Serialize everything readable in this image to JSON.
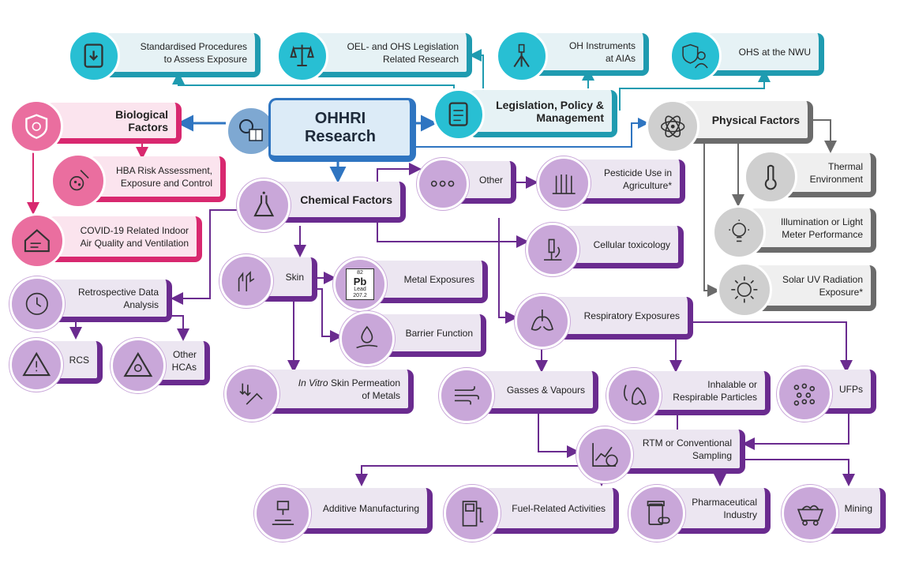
{
  "center": {
    "line1": "OHHRI",
    "line2": "Research"
  },
  "nodes": {
    "std_procedures": "Standardised Procedures\nto Assess Exposure",
    "oel_legislation": "OEL- and OHS Legislation\nRelated Research",
    "oh_instruments": "OH Instruments\nat AIAs",
    "ohs_nwu": "OHS at the NWU",
    "legislation": "Legislation, Policy &\nManagement",
    "biological": "Biological Factors",
    "physical": "Physical Factors",
    "hba": "HBA Risk Assessment,\nExposure and Control",
    "covid": "COVID-19 Related Indoor\nAir Quality and Ventilation",
    "chemical": "Chemical Factors",
    "other": "Other",
    "pesticide": "Pesticide Use in\nAgriculture*",
    "thermal": "Thermal\nEnvironment",
    "illumination": "Illumination or Light\nMeter Performance",
    "cellular": "Cellular  toxicology",
    "solar": "Solar UV Radiation\nExposure*",
    "retrospective": "Retrospective Data\nAnalysis",
    "skin": "Skin",
    "metal": "Metal Exposures",
    "barrier": "Barrier Function",
    "respiratory": "Respiratory  Exposures",
    "rcs": "RCS",
    "other_hcas": "Other\nHCAs",
    "invitro_italic": "In Vitro",
    "invitro_rest": " Skin Permeation\nof Metals",
    "gasses": "Gasses  &  Vapours",
    "inhalable": "Inhalable  or\nRespirable Particles",
    "ufps": "UFPs",
    "rtm": "RTM  or  Conventional\nSampling",
    "additive": "Additive  Manufacturing",
    "fuel": "Fuel-Related  Activities",
    "pharma": "Pharmaceutical\nIndustry",
    "mining": "Mining"
  },
  "pb_tile": {
    "number": "82",
    "symbol": "Pb",
    "name": "Lead",
    "mass": "207.2"
  },
  "colors": {
    "purple": "#6a2b8f",
    "purple_light": "#c9a7d9",
    "pink": "#d8286f",
    "teal": "#1f9bb0",
    "grey": "#6b6b6b",
    "blue": "#2f75c1"
  },
  "icons": {
    "std_procedures": "clipboard-download-icon",
    "oel_legislation": "scales-icon",
    "oh_instruments": "tripod-instrument-icon",
    "ohs_nwu": "shield-worker-icon",
    "legislation": "checklist-icon",
    "biological": "virus-shield-icon",
    "physical": "atom-icon",
    "hba": "hands-petri-icon",
    "covid": "house-air-icon",
    "chemical": "flask-icon",
    "other": "ellipsis-icon",
    "pesticide": "wheat-icon",
    "thermal": "thermometer-icon",
    "illumination": "lightbulb-icon",
    "cellular": "microscope-icon",
    "solar": "sun-icon",
    "retrospective": "clock-history-icon",
    "skin": "hands-icon",
    "metal": "lead-element-icon",
    "barrier": "hand-drop-icon",
    "respiratory": "lungs-icon",
    "rcs": "warning-icon",
    "other_hcas": "biohazard-icon",
    "invitro": "hand-arrows-icon",
    "gasses": "wind-icon",
    "inhalable": "nose-lungs-icon",
    "ufps": "particles-icon",
    "rtm": "chart-timer-icon",
    "additive": "3d-printer-icon",
    "fuel": "fuel-pump-icon",
    "pharma": "medicine-icon",
    "mining": "mine-cart-icon"
  }
}
